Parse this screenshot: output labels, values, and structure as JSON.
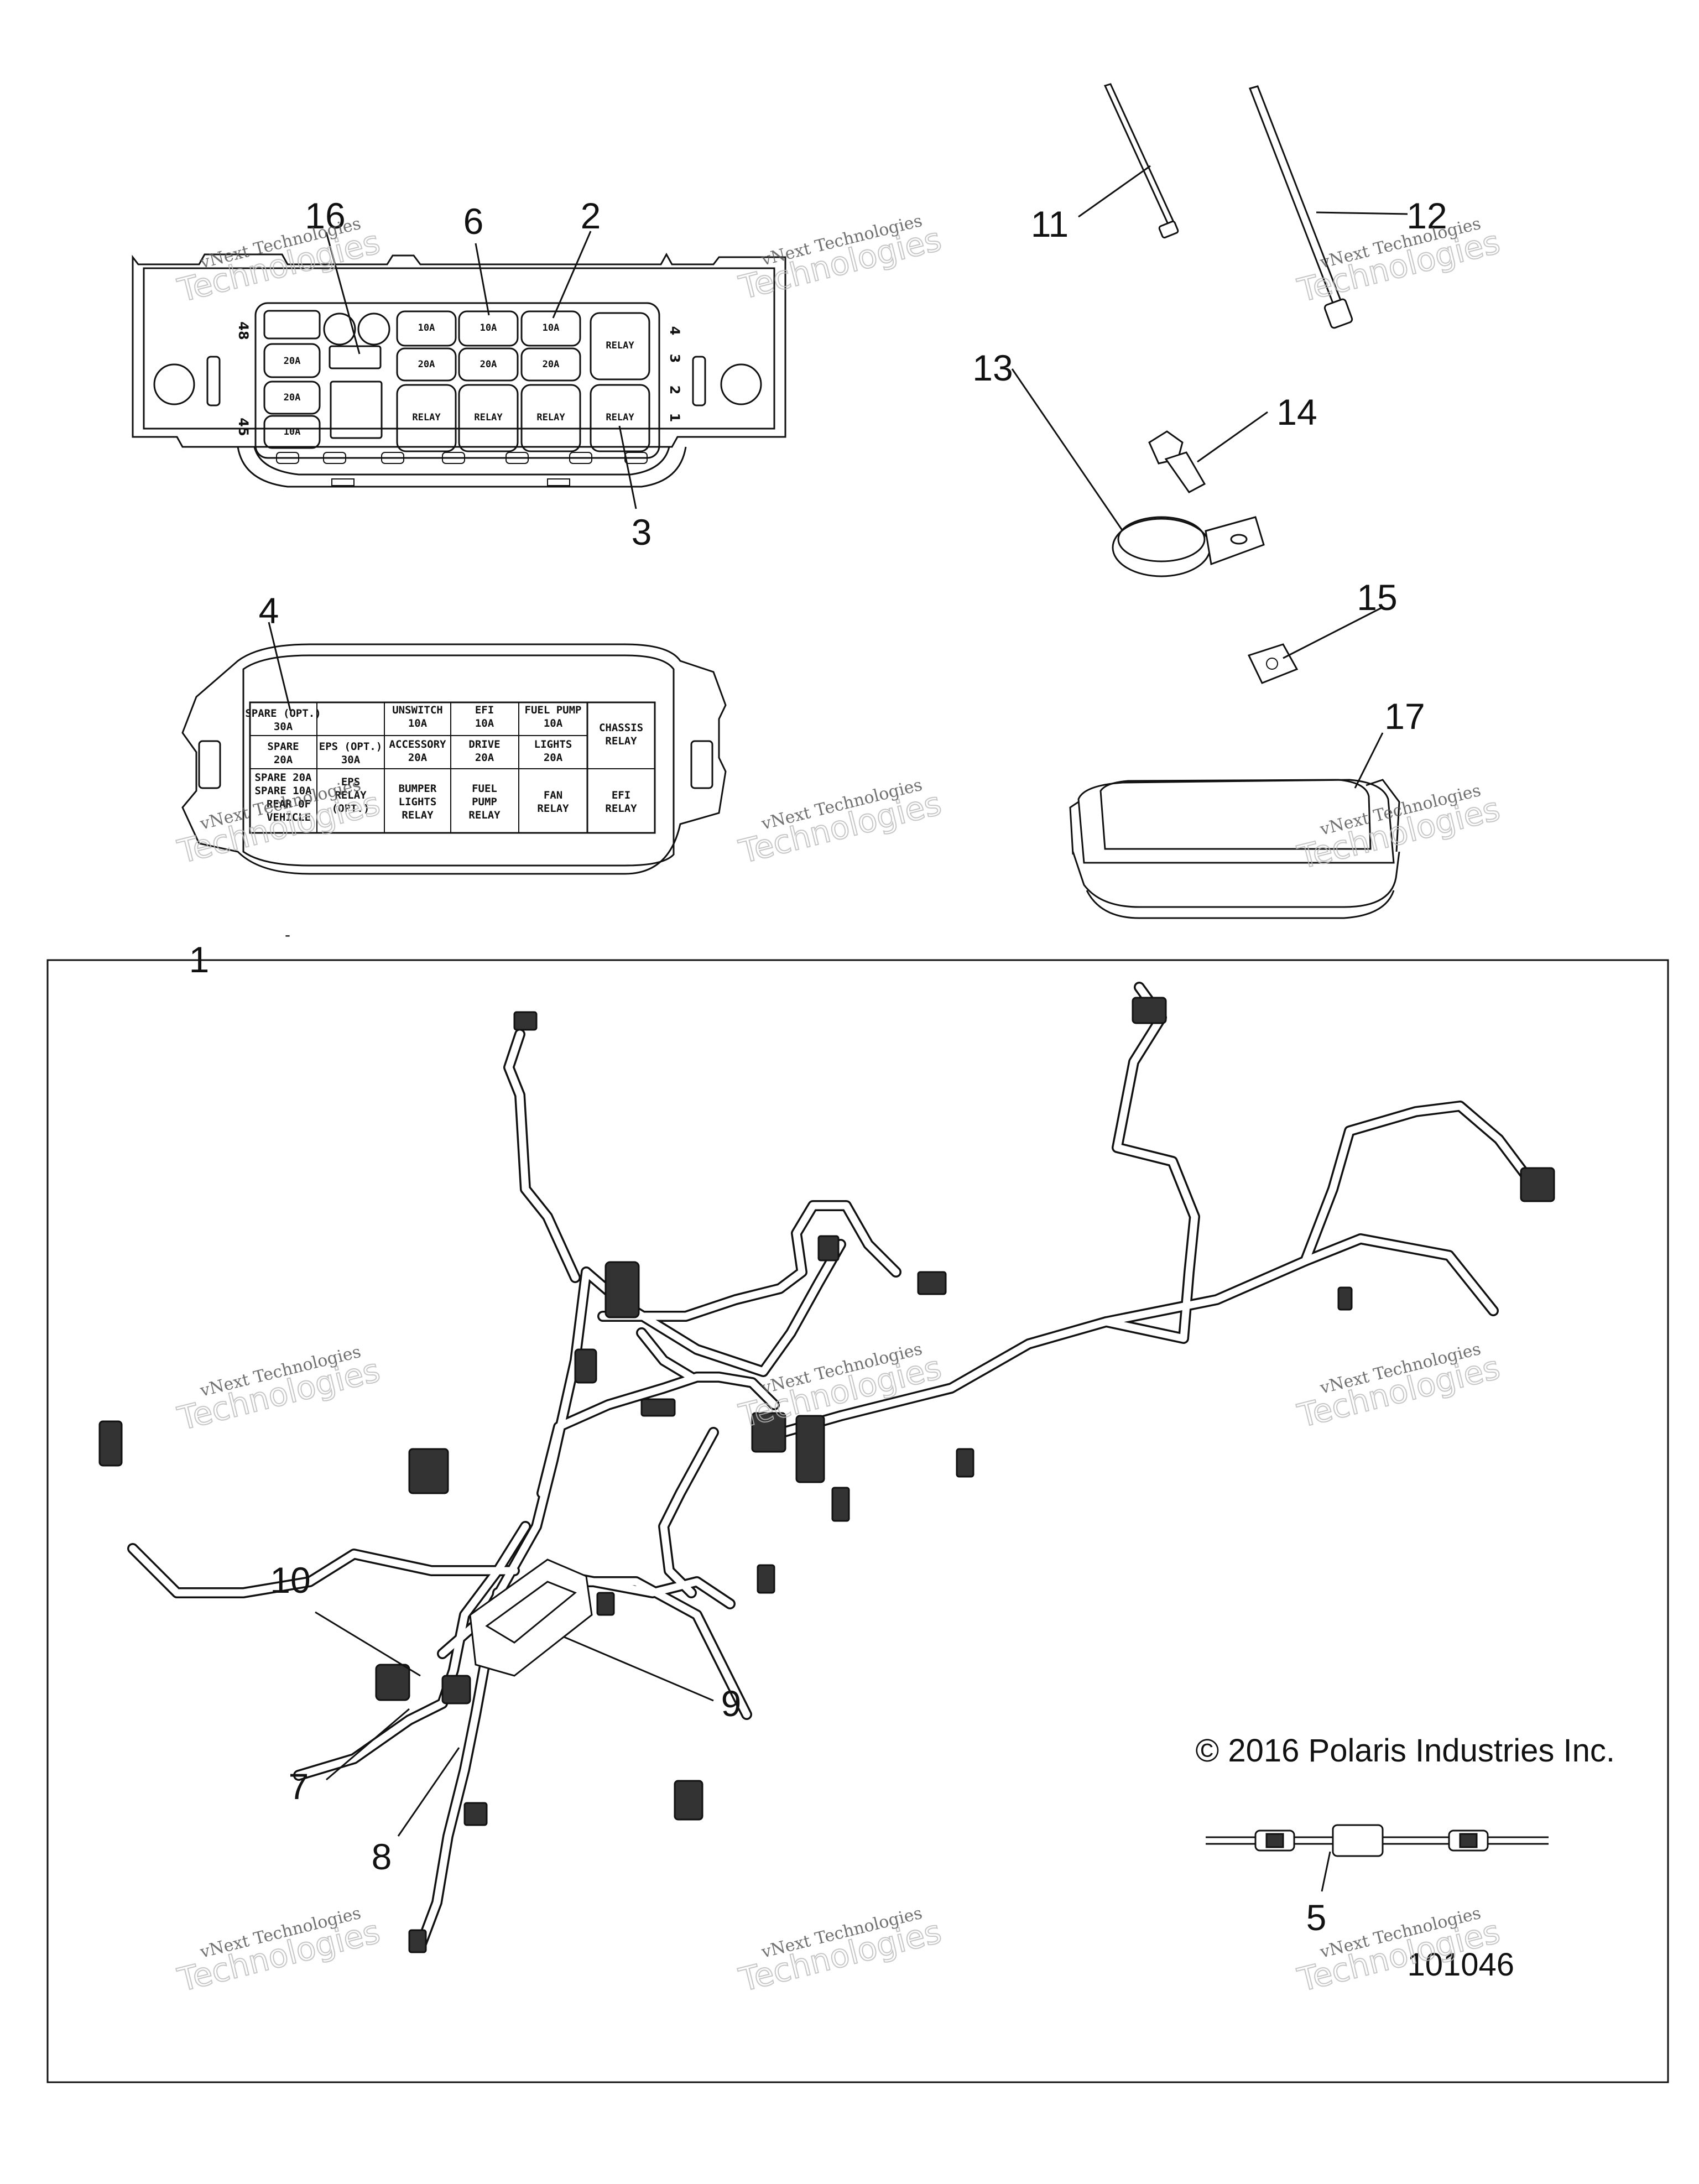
{
  "callouts": {
    "c1": "1",
    "c2": "2",
    "c3": "3",
    "c4": "4",
    "c5": "5",
    "c6": "6",
    "c7": "7",
    "c8": "8",
    "c9": "9",
    "c10": "10",
    "c11": "11",
    "c12": "12",
    "c13": "13",
    "c14": "14",
    "c15": "15",
    "c16": "16",
    "c17": "17"
  },
  "fuse_block": {
    "side_numbers": {
      "left_top": "48",
      "left_bottom": "45",
      "right_4": "4",
      "right_3": "3",
      "right_2": "2",
      "right_1": "1"
    },
    "row1": [
      "10A",
      "10A",
      "10A",
      "RELAY"
    ],
    "row2": [
      "20A",
      "20A",
      "20A",
      "20A"
    ],
    "row3": [
      "20A",
      "RELAY",
      "RELAY",
      "RELAY",
      "RELAY"
    ],
    "row4": [
      "10A"
    ]
  },
  "fuse_cover_label": {
    "r1": [
      "SPARE (OPT.)",
      "30A",
      "UNSWITCH",
      "10A",
      "EFI",
      "10A",
      "FUEL PUMP",
      "10A",
      "CHASSIS",
      "RELAY"
    ],
    "r2": [
      "SPARE",
      "20A",
      "EPS (OPT.)",
      "30A",
      "ACCESSORY",
      "20A",
      "DRIVE",
      "20A",
      "LIGHTS",
      "20A"
    ],
    "r3": [
      "SPARE 20A",
      "SPARE 10A",
      "REAR OF",
      "VEHICLE",
      "EPS",
      "RELAY",
      "(OPT.)",
      "BUMPER",
      "LIGHTS",
      "RELAY",
      "FUEL",
      "PUMP",
      "RELAY",
      "FAN",
      "RELAY",
      "EFI",
      "RELAY"
    ]
  },
  "watermark": {
    "line1": "vNext Technologies",
    "line2": "Technologies",
    "line3": "vNext"
  },
  "copyright": "© 2016 Polaris Industries Inc.",
  "figure_number": "101046",
  "dash_mark": "-"
}
